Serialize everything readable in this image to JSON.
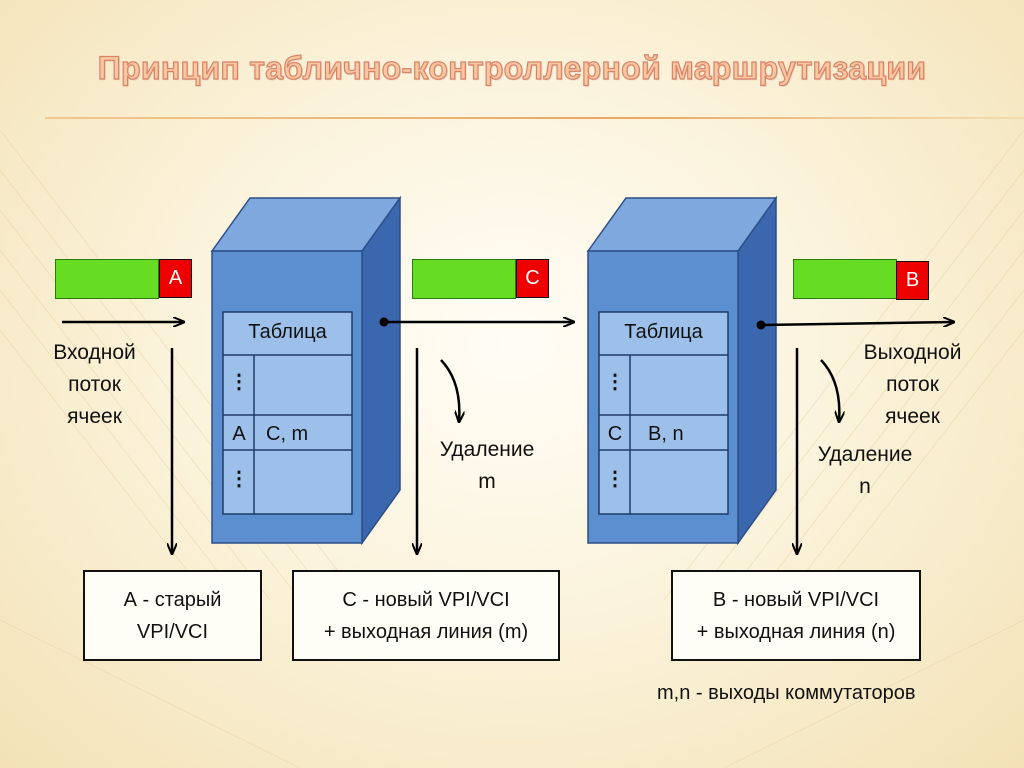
{
  "title": "Принцип таблично-контроллерной маршрутизации",
  "colors": {
    "server_front": "#5c8fd0",
    "server_side": "#3a67ad",
    "server_top": "#7fa8de",
    "cell_body": "#66dd22",
    "cell_label": "#ee0000",
    "title": "#f7c7a0"
  },
  "cells": [
    {
      "label": "A"
    },
    {
      "label": "C"
    },
    {
      "label": "B"
    }
  ],
  "input_label": [
    "Входной",
    "поток",
    "ячеек"
  ],
  "output_label": [
    "Выходной",
    "поток",
    "ячеек"
  ],
  "switch1": {
    "table_header": "Таблица",
    "dots": "⋮",
    "row_key": "A",
    "row_value": "C, m"
  },
  "switch2": {
    "table_header": "Таблица",
    "dots": "⋮",
    "row_key": "C",
    "row_value": "B, n"
  },
  "removal1": [
    "Удаление",
    "m"
  ],
  "removal2": [
    "Удаление",
    "n"
  ],
  "box_a": [
    "А - старый",
    "VPI/VCI"
  ],
  "box_c": [
    "С - новый VPI/VCI",
    "+ выходная линия (m)"
  ],
  "box_b": [
    "В - новый VPI/VCI",
    "+ выходная линия (n)"
  ],
  "footnote": "m,n - выходы коммутаторов"
}
